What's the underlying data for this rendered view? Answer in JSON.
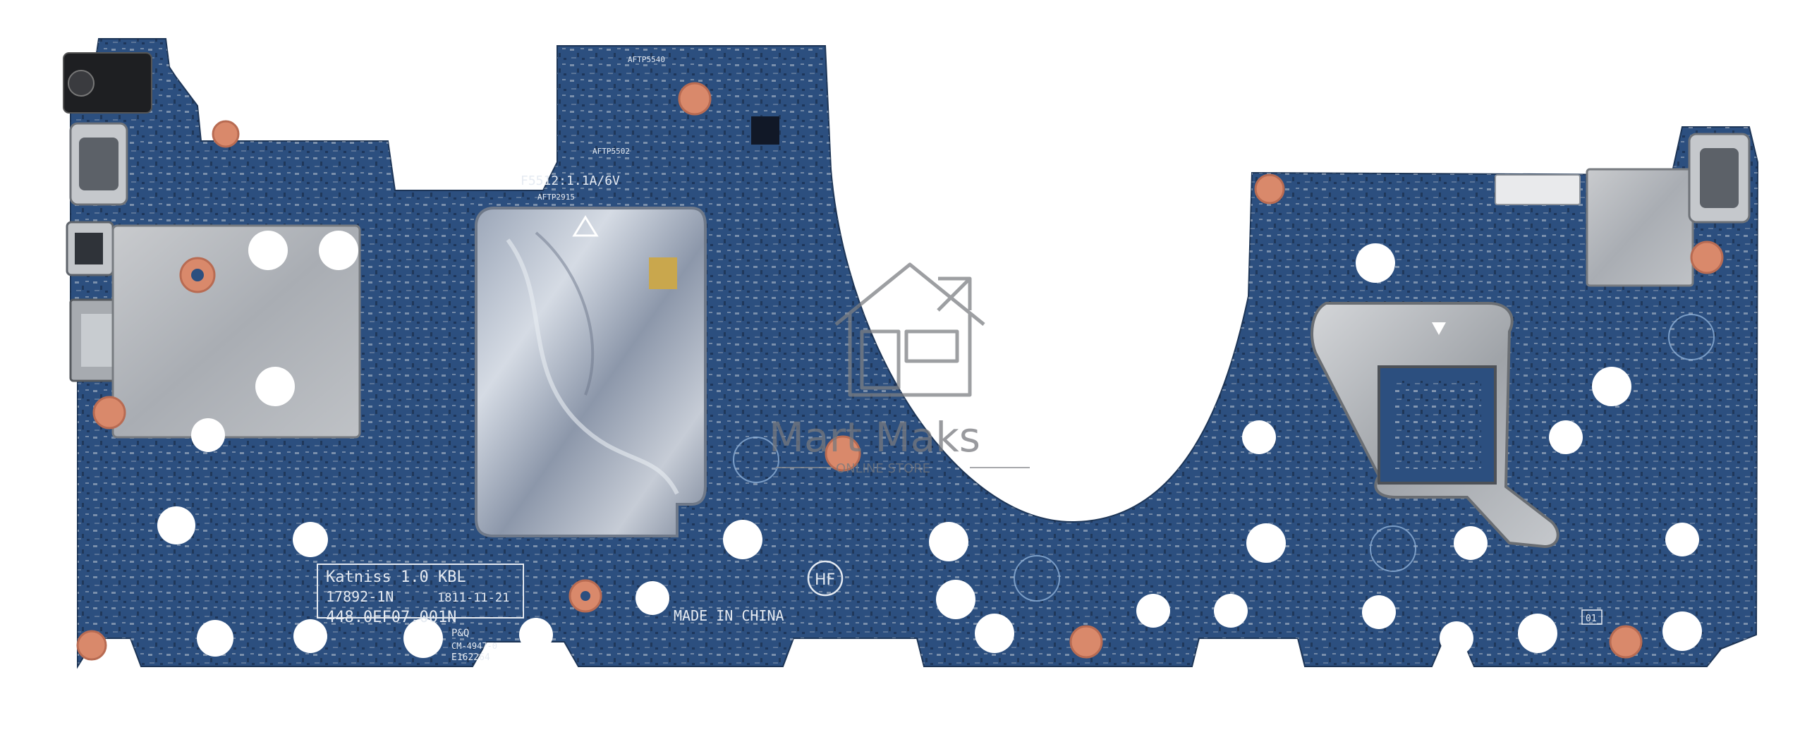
{
  "board": {
    "fuse_label": "F5512:1.1A/6V",
    "silkscreen": {
      "project": "Katniss 1.0 KBL",
      "board_number": "17892-1N",
      "date_code": "1811-11-21",
      "part_number": "448.0EF07.001N",
      "origin": "MADE IN CHINA",
      "hf_mark": "HF",
      "ul_mark": "P&Q",
      "cm_code": "CM-4947-0",
      "ul_file": "E162264",
      "sticker": "01",
      "aftp_top": "AFTP5540",
      "aftp_left": "AFTP2915",
      "aftp_upper": "AFTP5502"
    },
    "colors": {
      "pcb": "#2c4f7f",
      "shield": "#b7b9bc",
      "copper_pad": "#d9896b"
    }
  },
  "watermark": {
    "brand": "Mart Maks",
    "tagline": "ONLINE STORE",
    "icon": "house-logo-icon"
  }
}
